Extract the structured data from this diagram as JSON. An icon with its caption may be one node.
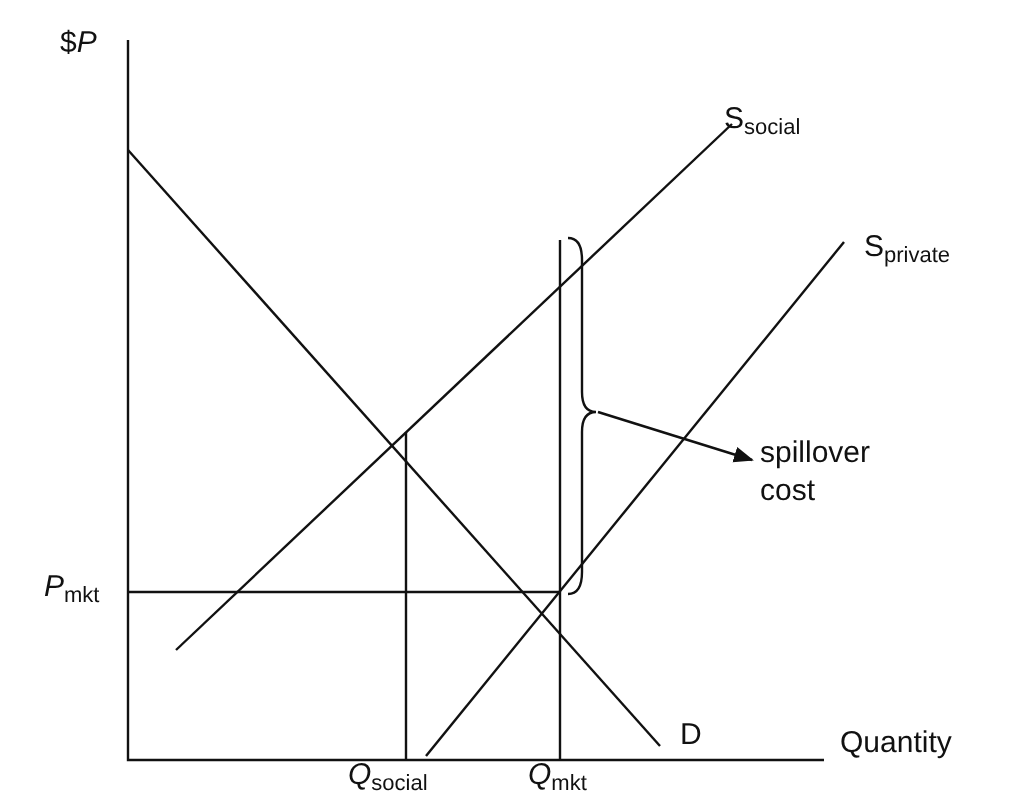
{
  "diagram": {
    "nodes": [
      {
        "text": [],
        "shape": "brace"
      },
      {
        "text": [
          "spillover cost"
        ]
      }
    ],
    "edges": [
      {
        "from": 0,
        "to": 1,
        "arrow": "to"
      }
    ],
    "labels": [
      "$*P*",
      "S$_{social}$",
      "S$_{private}$",
      "*P*$_{mkt}$",
      "D",
      "Quantity",
      "*Q*$_{social}$",
      "*Q*$_{mkt}$"
    ]
  }
}
